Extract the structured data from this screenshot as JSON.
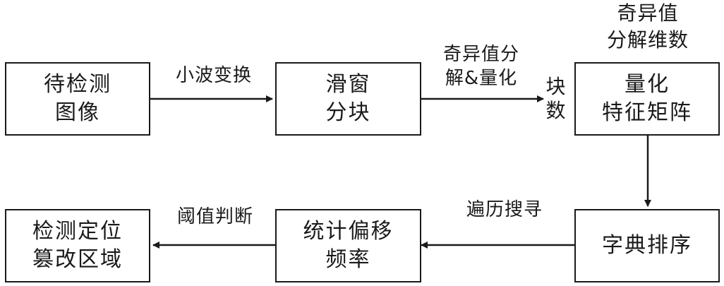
{
  "nodes": {
    "detect_image": {
      "lines": [
        "待检测",
        "图像"
      ]
    },
    "sliding_block": {
      "lines": [
        "滑窗",
        "分块"
      ]
    },
    "quant_matrix": {
      "lines": [
        "量化",
        "特征矩阵"
      ]
    },
    "dict_sort": {
      "lines": [
        "字典排序"
      ]
    },
    "offset_freq": {
      "lines": [
        "统计偏移",
        "频率"
      ]
    },
    "locate_region": {
      "lines": [
        "检测定位",
        "篡改区域"
      ]
    }
  },
  "edges": {
    "wavelet": "小波变换",
    "svd_quant": [
      "奇异值分",
      "解&量化"
    ],
    "block_count": [
      "块",
      "数"
    ],
    "svd_dims": [
      "奇异值",
      "分解维数"
    ],
    "traverse_search": "遍历搜寻",
    "threshold": "阈值判断"
  },
  "colors": {
    "stroke": "#1a1a1a"
  }
}
